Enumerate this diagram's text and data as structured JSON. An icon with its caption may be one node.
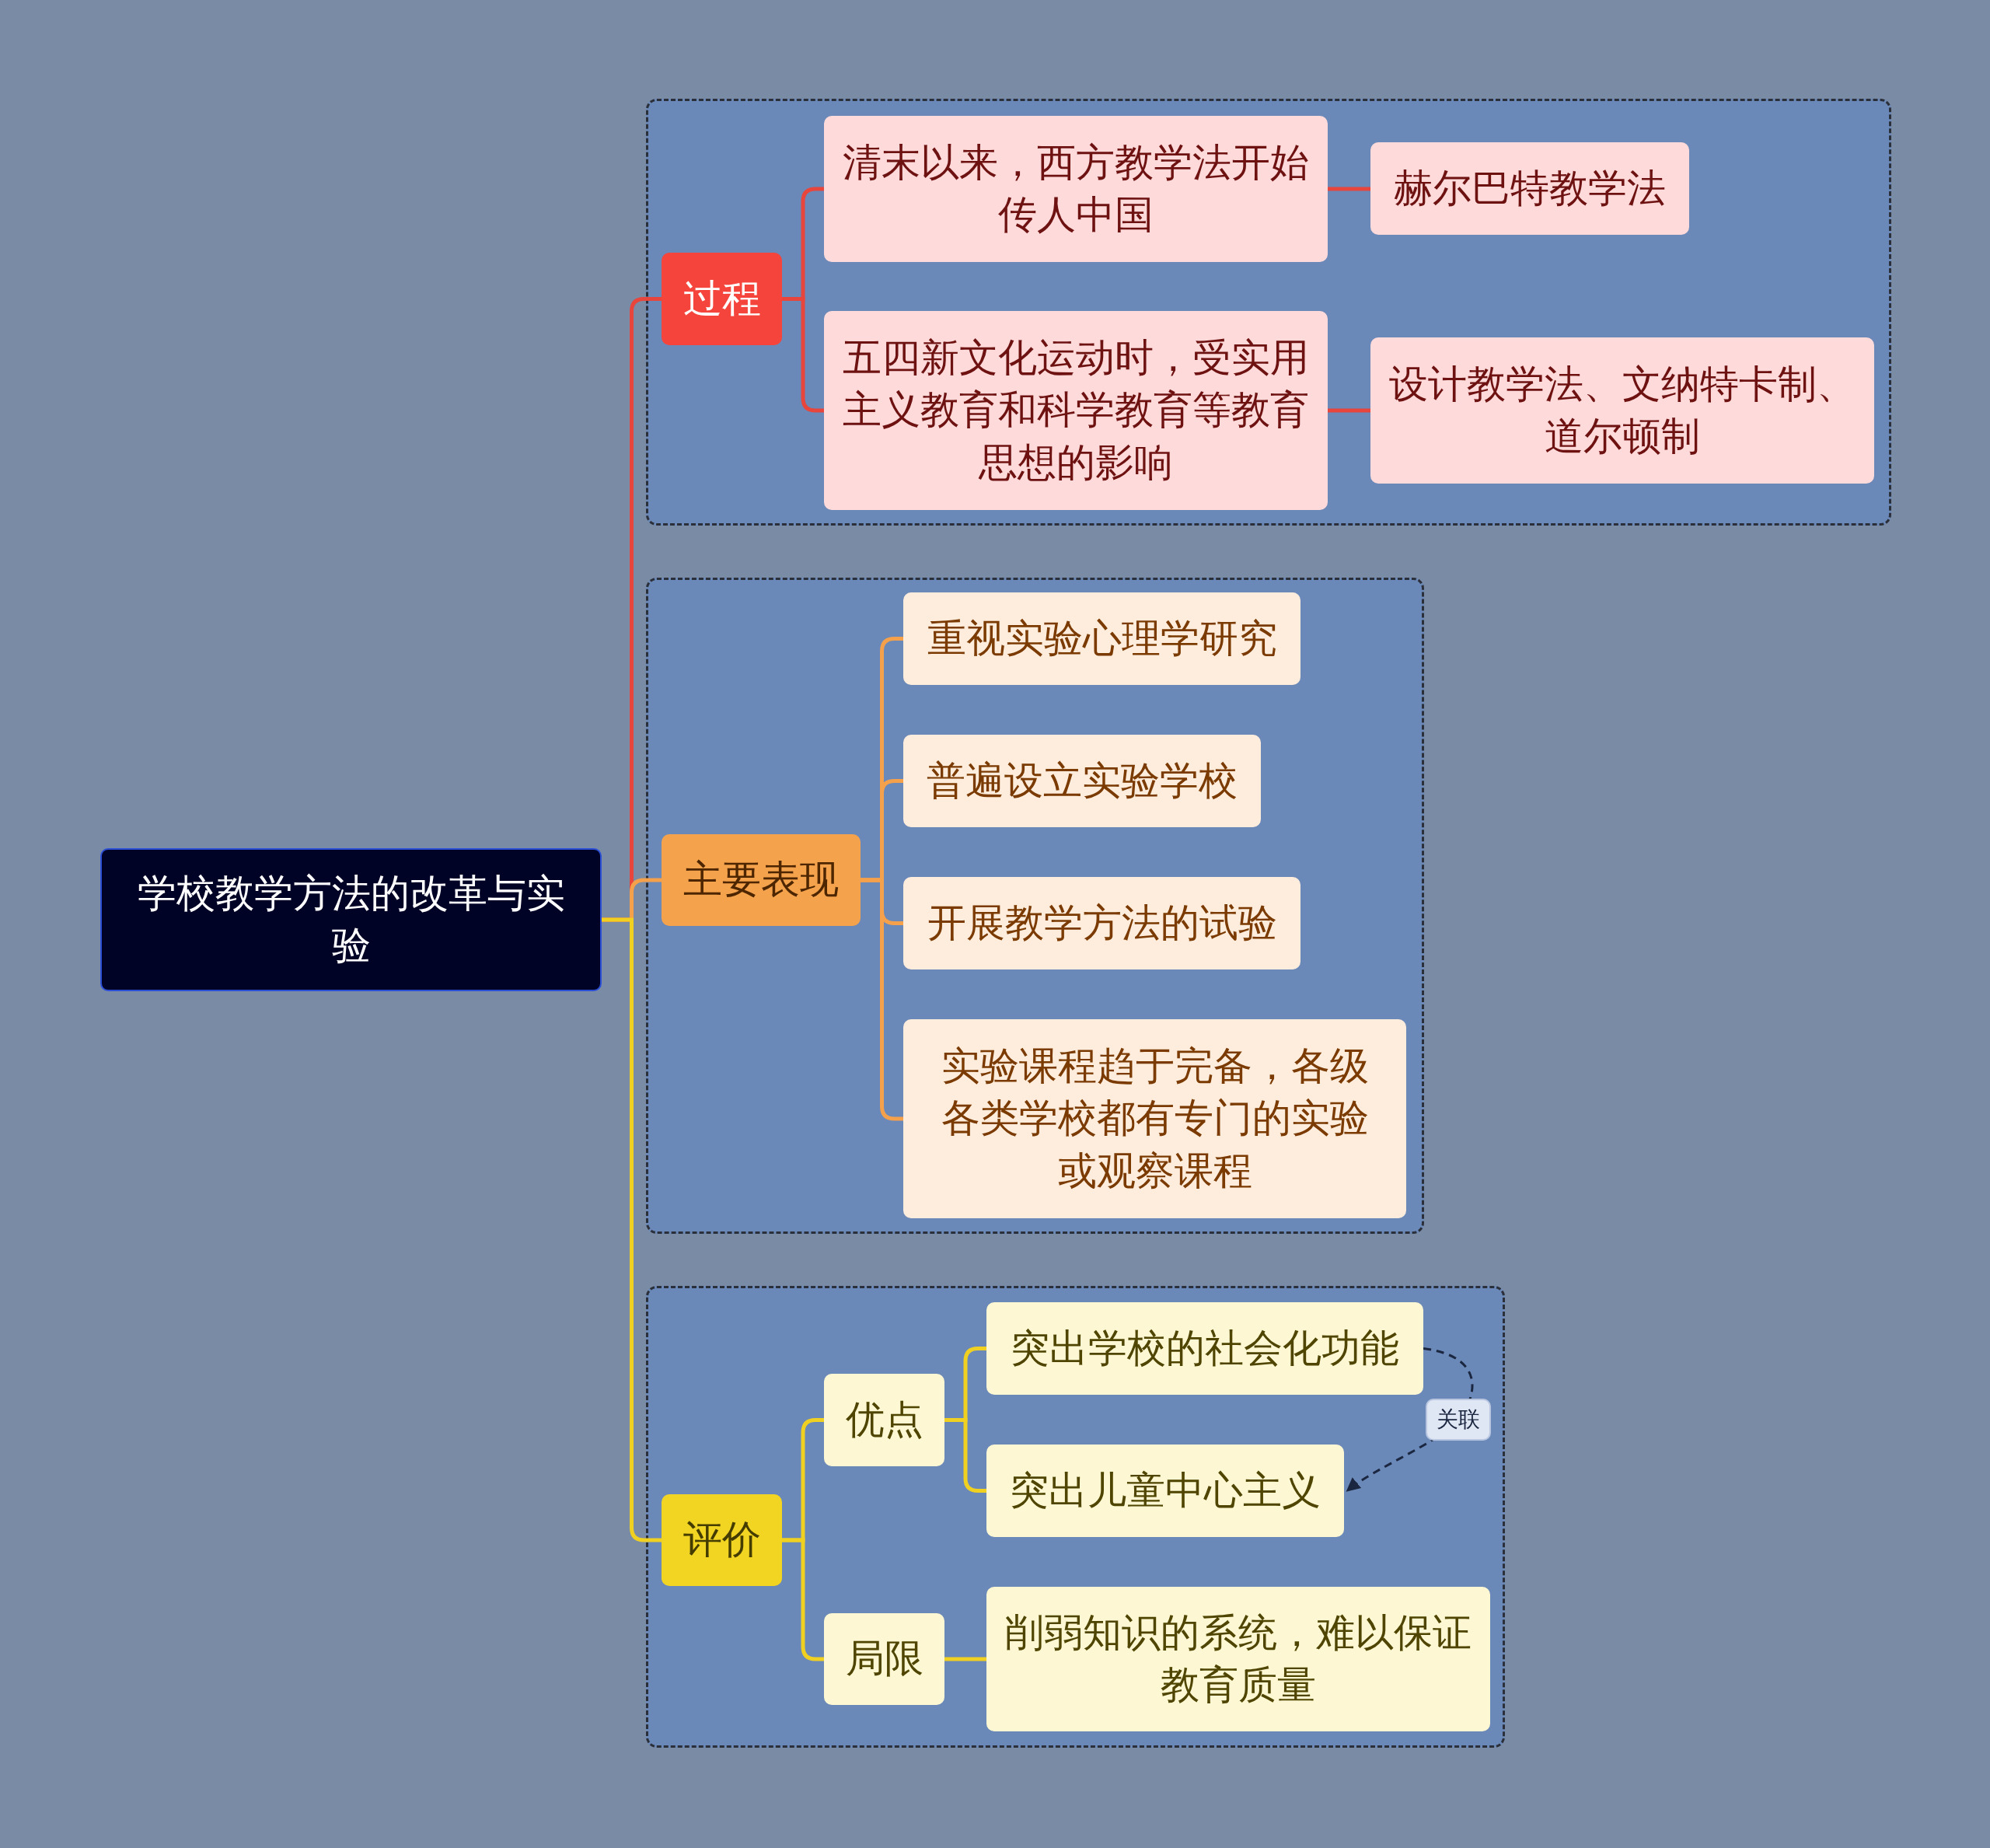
{
  "diagram": {
    "nodes": [
      {
        "text": [
          "学校教学方法的改革与实验"
        ]
      },
      {
        "text": [],
        "shape": "box"
      },
      {
        "text": [
          "过程"
        ],
        "in": 1
      },
      {
        "text": [
          "清末以来，西方教学法开始传人中国"
        ],
        "in": 1
      },
      {
        "text": [
          "赫尔巴特教学法"
        ],
        "in": 1
      },
      {
        "text": [
          "五四新文化运动时，受实用主义教育和科学教育等教育思想的影响"
        ],
        "in": 1
      },
      {
        "text": [
          "设计教学法、文纳特卡制、道尔顿制"
        ],
        "in": 1
      },
      {
        "text": [],
        "shape": "box"
      },
      {
        "text": [
          "主要表现"
        ],
        "in": 7
      },
      {
        "text": [
          "重视实验心理学研究"
        ],
        "in": 7
      },
      {
        "text": [
          "普遍设立实验学校"
        ],
        "in": 7
      },
      {
        "text": [
          "开展教学方法的试验"
        ],
        "in": 7
      },
      {
        "text": [
          "实验课程趋于完备，各级各类学校都有专门的实验或观察课程"
        ],
        "in": 7
      },
      {
        "text": [],
        "shape": "box"
      },
      {
        "text": [
          "评价"
        ],
        "in": 13
      },
      {
        "text": [
          "优点"
        ],
        "in": 13
      },
      {
        "text": [
          "突出学校的社会化功能"
        ],
        "in": 13
      },
      {
        "text": [
          "突出儿童中心主义"
        ],
        "in": 13
      },
      {
        "text": [
          "局限"
        ],
        "in": 13
      },
      {
        "text": [
          "削弱知识的系统，难以保证教育质量"
        ],
        "in": 13
      }
    ],
    "edges": [
      {
        "from": 0,
        "to": 2,
        "arrow": "none",
        "color": "#e8453c"
      },
      {
        "from": 2,
        "to": 3,
        "arrow": "none",
        "color": "#e8453c"
      },
      {
        "from": 3,
        "to": 4,
        "arrow": "none",
        "color": "#e8453c"
      },
      {
        "from": 2,
        "to": 5,
        "arrow": "none",
        "color": "#e8453c"
      },
      {
        "from": 5,
        "to": 6,
        "arrow": "none",
        "color": "#e8453c"
      },
      {
        "from": 0,
        "to": 8,
        "arrow": "none",
        "color": "#f5a04a"
      },
      {
        "from": 8,
        "to": 9,
        "arrow": "none",
        "color": "#f5a04a"
      },
      {
        "from": 8,
        "to": 10,
        "arrow": "none",
        "color": "#f5a04a"
      },
      {
        "from": 8,
        "to": 11,
        "arrow": "none",
        "color": "#f5a04a"
      },
      {
        "from": 8,
        "to": 12,
        "arrow": "none",
        "color": "#f5a04a"
      },
      {
        "from": 0,
        "to": 14,
        "arrow": "none"
      },
      {
        "from": 14,
        "to": 15,
        "arrow": "none"
      },
      {
        "from": 15,
        "to": 16,
        "arrow": "none"
      },
      {
        "from": 15,
        "to": 17,
        "arrow": "none"
      },
      {
        "from": 14,
        "to": 18,
        "arrow": "none"
      },
      {
        "from": 18,
        "to": 19,
        "arrow": "none"
      },
      {
        "from": 16,
        "to": 17,
        "arrow": "to",
        "label": "关联",
        "style": "dashed",
        "color": "#1b2740"
      }
    ]
  }
}
